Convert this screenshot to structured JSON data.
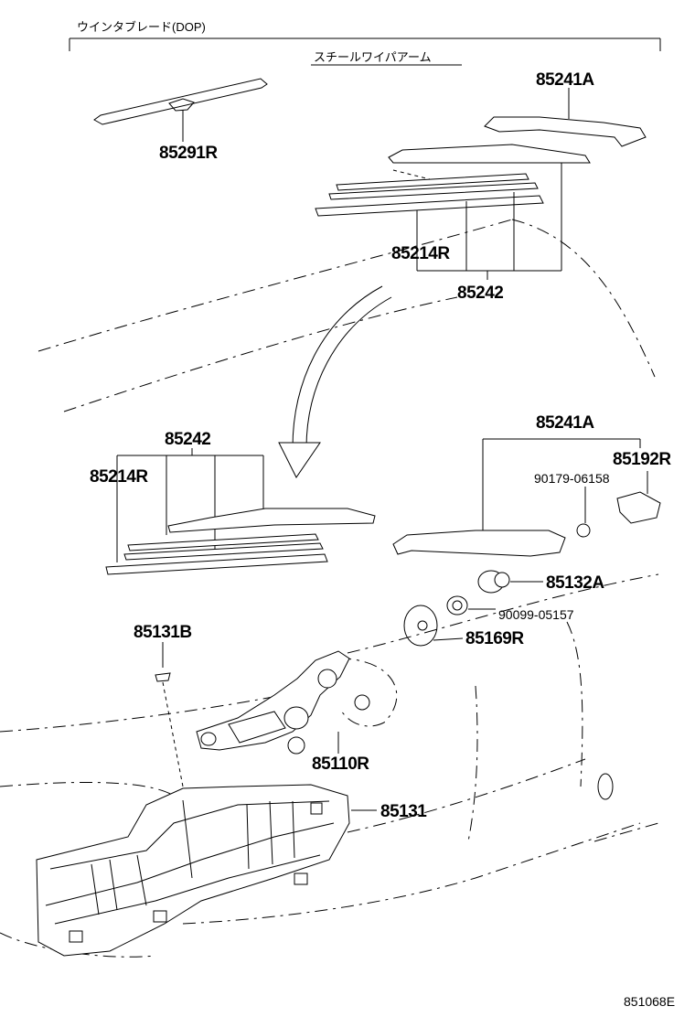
{
  "header": {
    "category": "ウインタブレード(DOP)",
    "subgroup": "スチールワイパアーム"
  },
  "callouts": {
    "upper_arm": "85241A",
    "upper_blade_dop": "85291R",
    "upper_rubber": "85214R",
    "upper_blade_assy": "85242",
    "lower_blade_assy": "85242",
    "lower_rubber": "85214R",
    "lower_arm": "85241A",
    "cap": "85192R",
    "nut_upper": "90179-06158",
    "pivot_cap": "85132A",
    "nut_lower": "90099-05157",
    "grommet": "85169R",
    "screw": "85131B",
    "motor": "85110R",
    "cover": "85131"
  },
  "diagram_code": "851068E"
}
